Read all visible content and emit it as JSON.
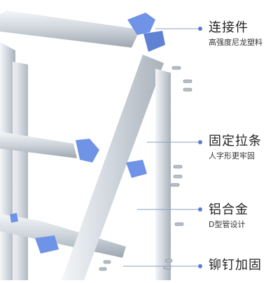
{
  "callouts": [
    {
      "title": "连接件",
      "desc": "高强度尼龙塑料"
    },
    {
      "title": "固定拉条",
      "desc": "人字形更牢固"
    },
    {
      "title": "铝合金",
      "desc": "D型管设计"
    },
    {
      "title": "铆钉加固",
      "desc": ""
    }
  ],
  "colors": {
    "aluminum": "#cfd6de",
    "aluminum_dark": "#9aa3ad",
    "connector_blue": "#6f93e6",
    "leader_line": "#8aa0bf",
    "bullet": "#5b7fd0",
    "text": "#222222"
  }
}
